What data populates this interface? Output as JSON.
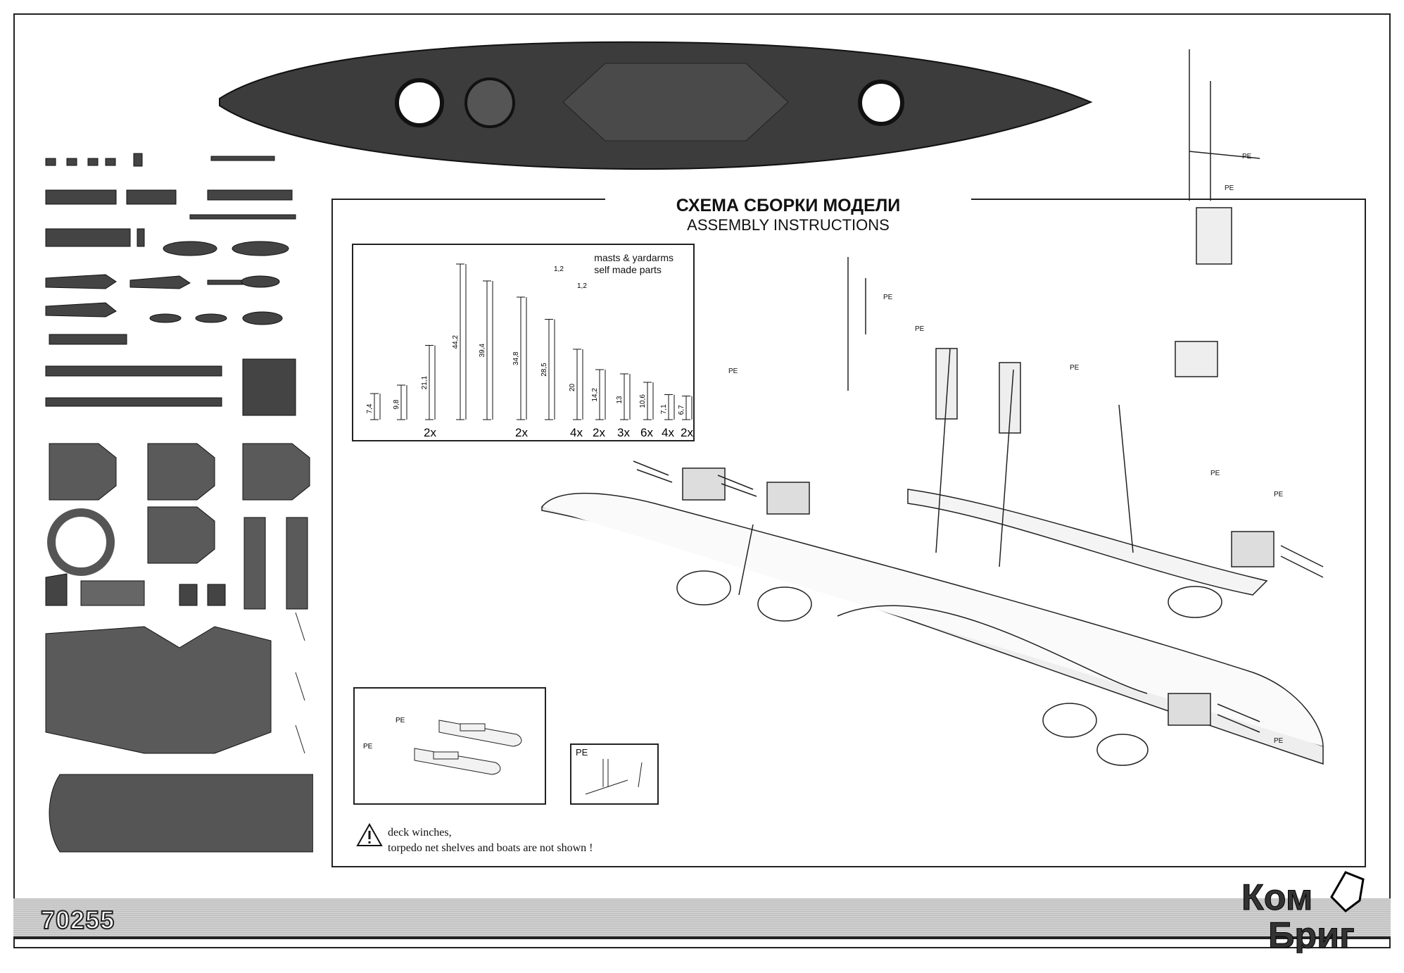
{
  "title_ru": "СХЕМА СБОРКИ МОДЕЛИ",
  "title_en": "ASSEMBLY INSTRUCTIONS",
  "masts_box": {
    "caption_line1": "masts & yardarms",
    "caption_line2": "self made parts",
    "lengths": [
      "7,4",
      "9,8",
      "21,1",
      "44,2",
      "39,4",
      "34,8",
      "28,5",
      "20",
      "14,2",
      "13",
      "10,6",
      "7,1",
      "6,7"
    ],
    "diameter_labels": [
      "1,2",
      "1,2"
    ],
    "quantities": [
      "2x",
      "2x",
      "4x",
      "2x",
      "3x",
      "6x",
      "4x",
      "2x"
    ]
  },
  "pe_label": "PE",
  "boats_box": {
    "pe_labels": [
      "PE",
      "PE"
    ]
  },
  "warning": {
    "line1": "deck winches,",
    "line2": "torpedo net shelves and boats are not shown !"
  },
  "product_code": "70255",
  "logo_text": "Ком Бриг",
  "callout_pe": [
    "PE",
    "PE",
    "PE",
    "PE",
    "PE",
    "PE",
    "PE",
    "PE",
    "PE"
  ]
}
